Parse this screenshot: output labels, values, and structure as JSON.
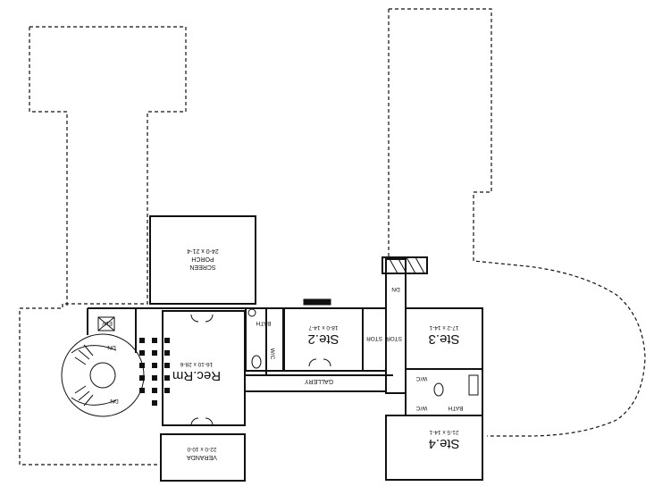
{
  "rooms": {
    "screen_porch": {
      "line1": "SCREEN",
      "line2": "PORCH",
      "dims": "24-0 x 21-4"
    },
    "rec_rm": {
      "name": "Rec.Rm",
      "dims": "16-10 x 28-6"
    },
    "veranda": {
      "name": "VERANDA",
      "dims": "22-0 x 10-0"
    },
    "ste2": {
      "name": "Ste.2",
      "dims": "18-0 x 14-7"
    },
    "ste3": {
      "name": "Ste.3",
      "dims": "17-2 x 14-1"
    },
    "ste4": {
      "name": "Ste.4",
      "dims": "21-5 x 14-1"
    },
    "gallery": "GALLERY",
    "bath_center": "BATH",
    "bath_right": "BATH",
    "wic_center": "W/C",
    "wic_upper": "W/C",
    "wic_lower": "W/C",
    "stor_left": "STOR",
    "stor_right": "STOR",
    "elev": "ELV",
    "dn_top": "DN",
    "dn_bottom": "DN",
    "dn_right": "DN"
  },
  "colors": {
    "line": "#111111",
    "background": "#ffffff"
  }
}
